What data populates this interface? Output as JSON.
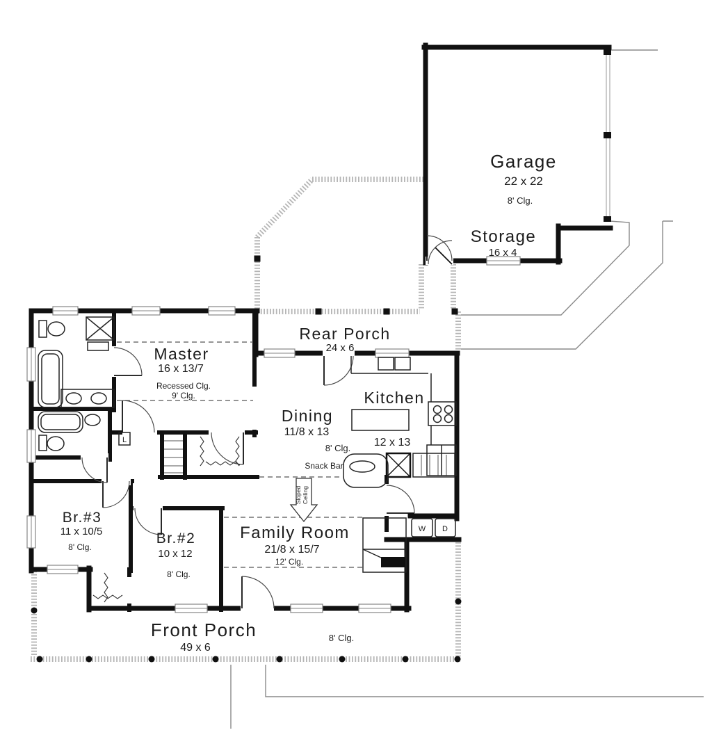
{
  "rooms": {
    "garage": {
      "name": "Garage",
      "dims": "22 x 22",
      "clg": "8' Clg."
    },
    "storage": {
      "name": "Storage",
      "dims": "16 x 4"
    },
    "rear_porch": {
      "name": "Rear Porch",
      "dims": "24 x 6"
    },
    "master": {
      "name": "Master",
      "dims": "16 x 13/7",
      "note": "Recessed Clg.",
      "clg": "9' Clg."
    },
    "kitchen": {
      "name": "Kitchen",
      "dims": "12 x 13"
    },
    "dining": {
      "name": "Dining",
      "dims": "11/8 x 13",
      "clg": "8' Clg."
    },
    "family_room": {
      "name": "Family Room",
      "dims": "21/8 x 15/7",
      "clg": "12' Clg."
    },
    "br3": {
      "name": "Br.#3",
      "dims": "11 x 10/5",
      "clg": "8' Clg."
    },
    "br2": {
      "name": "Br.#2",
      "dims": "10 x 12",
      "clg": "8' Clg."
    },
    "front_porch": {
      "name": "Front Porch",
      "dims": "49 x 6",
      "clg": "8' Clg."
    }
  },
  "annotations": {
    "snack_bar": "Snack Bar",
    "sloped": "Sloped",
    "ceiling": "Ceiling",
    "washer": "W",
    "dryer": "D",
    "linen": "L"
  },
  "colors": {
    "wall": "#111111",
    "site_line": "#8a8a8a",
    "porch_hatch": "#b5b5b5",
    "text": "#1c1c1c"
  }
}
